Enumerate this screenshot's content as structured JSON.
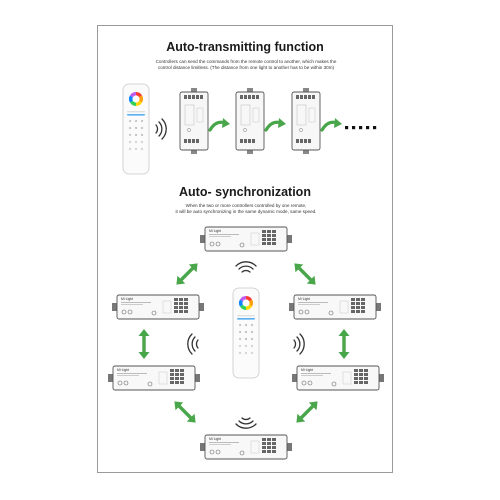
{
  "section1": {
    "title": "Auto-transmitting function",
    "desc_line1": "Controllers can send the commands from the remote control to another, which makes the",
    "desc_line2": "control distance limitless. (The distance from one light to another has to be within 30m)"
  },
  "section2": {
    "title": "Auto- synchronization",
    "desc_line1": "When the two or more controllers controlled by one remote,",
    "desc_line2": "it will be auto synchronizing in the same dynamic mode, same speed."
  },
  "brand": "Mi·Light",
  "colors": {
    "arrow": "#4aa64a",
    "device_border": "#555555",
    "frame_border": "#9a9a9a"
  },
  "icons": [
    "remote-control-icon",
    "controller-icon",
    "signal-waves-icon",
    "arrow-icon",
    "ellipsis-dots-icon"
  ]
}
